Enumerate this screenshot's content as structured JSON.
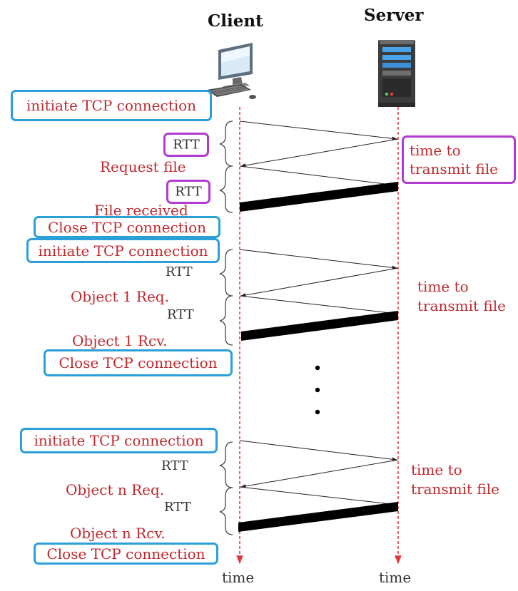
{
  "header": {
    "client": "Client",
    "server": "Server"
  },
  "bottom": {
    "client_time": "time",
    "server_time": "time"
  },
  "colors": {
    "label_red": "#c0282e",
    "box_blue": "#2a9fd8",
    "box_purple": "#b23bd1",
    "lifeline": "#e0353a"
  },
  "icons": {
    "client": "desktop-computer-icon",
    "server": "server-tower-icon"
  },
  "section1": {
    "initiate": "initiate TCP connection",
    "rtt1": "RTT",
    "request": "Request file",
    "rtt2": "RTT",
    "received": "File received",
    "close": "Close TCP connection",
    "transmit": [
      "time to",
      "transmit file"
    ]
  },
  "section2": {
    "initiate": "initiate TCP connection",
    "rtt1": "RTT",
    "request": "Object 1 Req.",
    "rtt2": "RTT",
    "received": "Object 1 Rcv.",
    "close": "Close TCP connection",
    "transmit": [
      "time to",
      "transmit file"
    ]
  },
  "section3": {
    "initiate": "initiate TCP connection",
    "rtt1": "RTT",
    "request": "Object n Req.",
    "rtt2": "RTT",
    "received": "Object n Rcv.",
    "close": "Close TCP connection",
    "transmit": [
      "time to",
      "transmit file"
    ]
  }
}
